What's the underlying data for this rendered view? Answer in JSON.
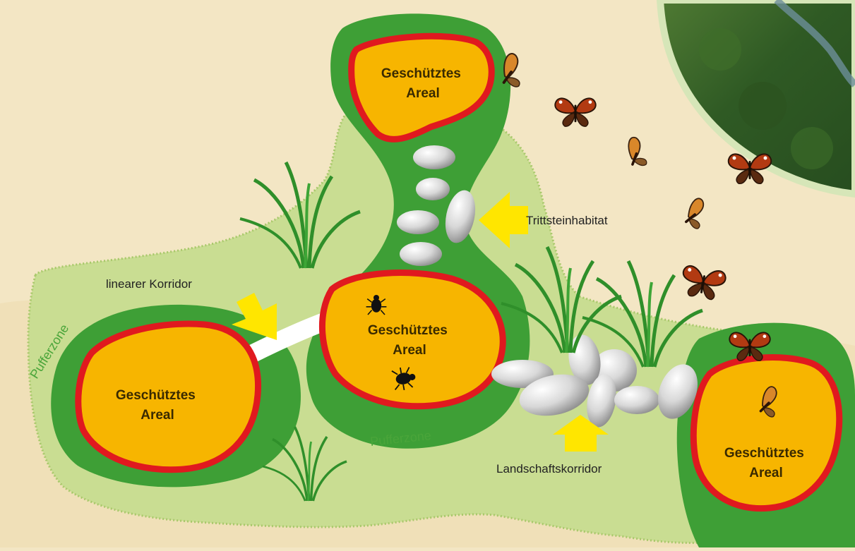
{
  "protected_areas": [
    {
      "line1": "Geschütztes",
      "line2": "Areal"
    },
    {
      "line1": "Geschütztes",
      "line2": "Areal"
    },
    {
      "line1": "Geschütztes",
      "line2": "Areal"
    },
    {
      "line1": "Geschütztes",
      "line2": "Areal"
    }
  ],
  "callouts": {
    "linear_corridor": "linearer Korridor",
    "stepping_stone": "Trittsteinhabitat",
    "landscape_corridor": "Landschaftskorridor"
  },
  "buffer_zone_labels": [
    "Pufferzone",
    "Pufferzone"
  ],
  "colors": {
    "background": "#f3e6c4",
    "buffer_light": "#c9dd92",
    "buffer_dark": "#3e9f36",
    "protected_fill": "#f7b500",
    "protected_border": "#e0191f",
    "arrow": "#ffe600",
    "stone": "#d9d9d9"
  },
  "icons": [
    "butterfly-icon",
    "beetle-icon",
    "grass-icon",
    "stone-icon",
    "arrow-icon"
  ]
}
